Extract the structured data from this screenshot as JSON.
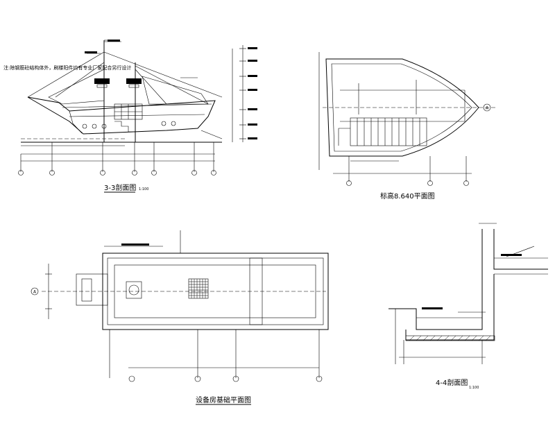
{
  "drawings": {
    "section_3_3": {
      "title": "3-3剖面图",
      "scale": "1:100",
      "note": "注:除钢筋砼结构体外，刷楼阳件均有专业厂家配合另行设计"
    },
    "plan_640": {
      "title": "标高8.640平面图",
      "axis_label": "A"
    },
    "foundation_plan": {
      "title": "设备房基础平面图",
      "axis_label": "A"
    },
    "section_4_4": {
      "title": "4-4剖面图",
      "scale": "1:100"
    }
  }
}
